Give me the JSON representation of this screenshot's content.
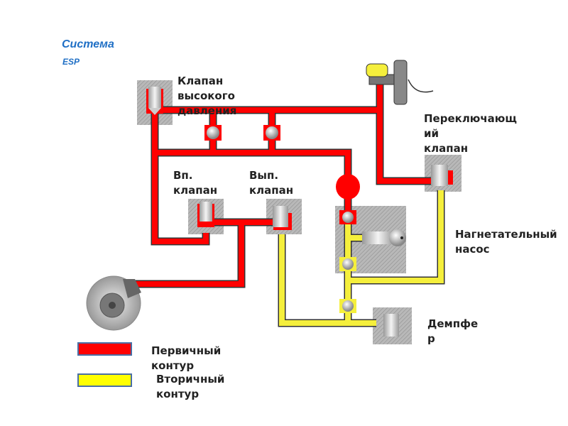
{
  "title": {
    "line1": "Система",
    "line2": "ESP"
  },
  "labels": {
    "high_pressure_valve": "Клапан\nвысокого\nдавления",
    "switching_valve": "Переключающ\nий\nклапан",
    "inlet_valve": "Вп.\nклапан",
    "outlet_valve": "Вып.\nклапан",
    "pump": "Нагнетательный\nнасос",
    "damper": "Демпфе\nр"
  },
  "legend": [
    {
      "label": "Первичный\nконтур",
      "color": "#ff0000"
    },
    {
      "label": "Вторичный\nконтур",
      "color": "#ffff00"
    }
  ],
  "colors": {
    "primary": "#ff0000",
    "secondary": "#f5ef3c",
    "block": "#b4b4b4",
    "title": "#1f6fc5"
  }
}
